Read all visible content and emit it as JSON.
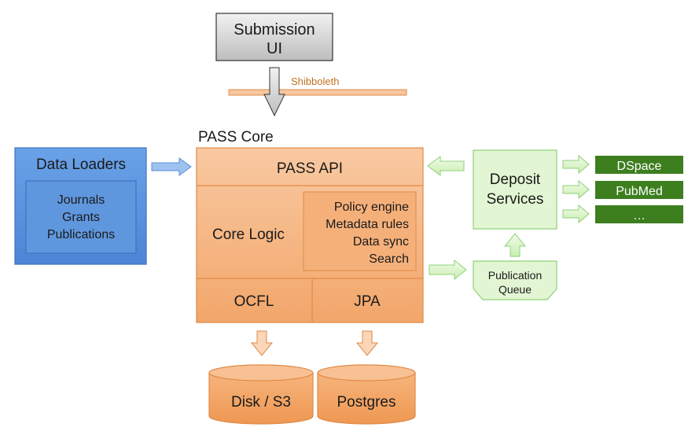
{
  "submission": {
    "line1": "Submission",
    "line2": "UI"
  },
  "shibboleth": "Shibboleth",
  "pass_core_title": "PASS Core",
  "pass_api": "PASS API",
  "core_logic": "Core Logic",
  "modules": [
    "Policy engine",
    "Metadata rules",
    "Data sync",
    "Search"
  ],
  "ocfl": "OCFL",
  "jpa": "JPA",
  "data_loaders": {
    "title": "Data Loaders",
    "items": [
      "Journals",
      "Grants",
      "Publications"
    ]
  },
  "deposit_services": {
    "line1": "Deposit",
    "line2": "Services"
  },
  "publication_queue": {
    "line1": "Publication",
    "line2": "Queue"
  },
  "repositories": [
    "DSpace",
    "PubMed",
    "…"
  ],
  "storage": {
    "disk": "Disk / S3",
    "postgres": "Postgres"
  },
  "colors": {
    "orange": "#f5b888",
    "orange_border": "#e08a45",
    "blue": "#5b93dc",
    "blue_border": "#3f72c0",
    "green": "#dff5cf",
    "green_border": "#8fd07a",
    "repo_green": "#3d7f1f",
    "gray": "#c9c9c9",
    "shibboleth_text": "#c2701f"
  }
}
